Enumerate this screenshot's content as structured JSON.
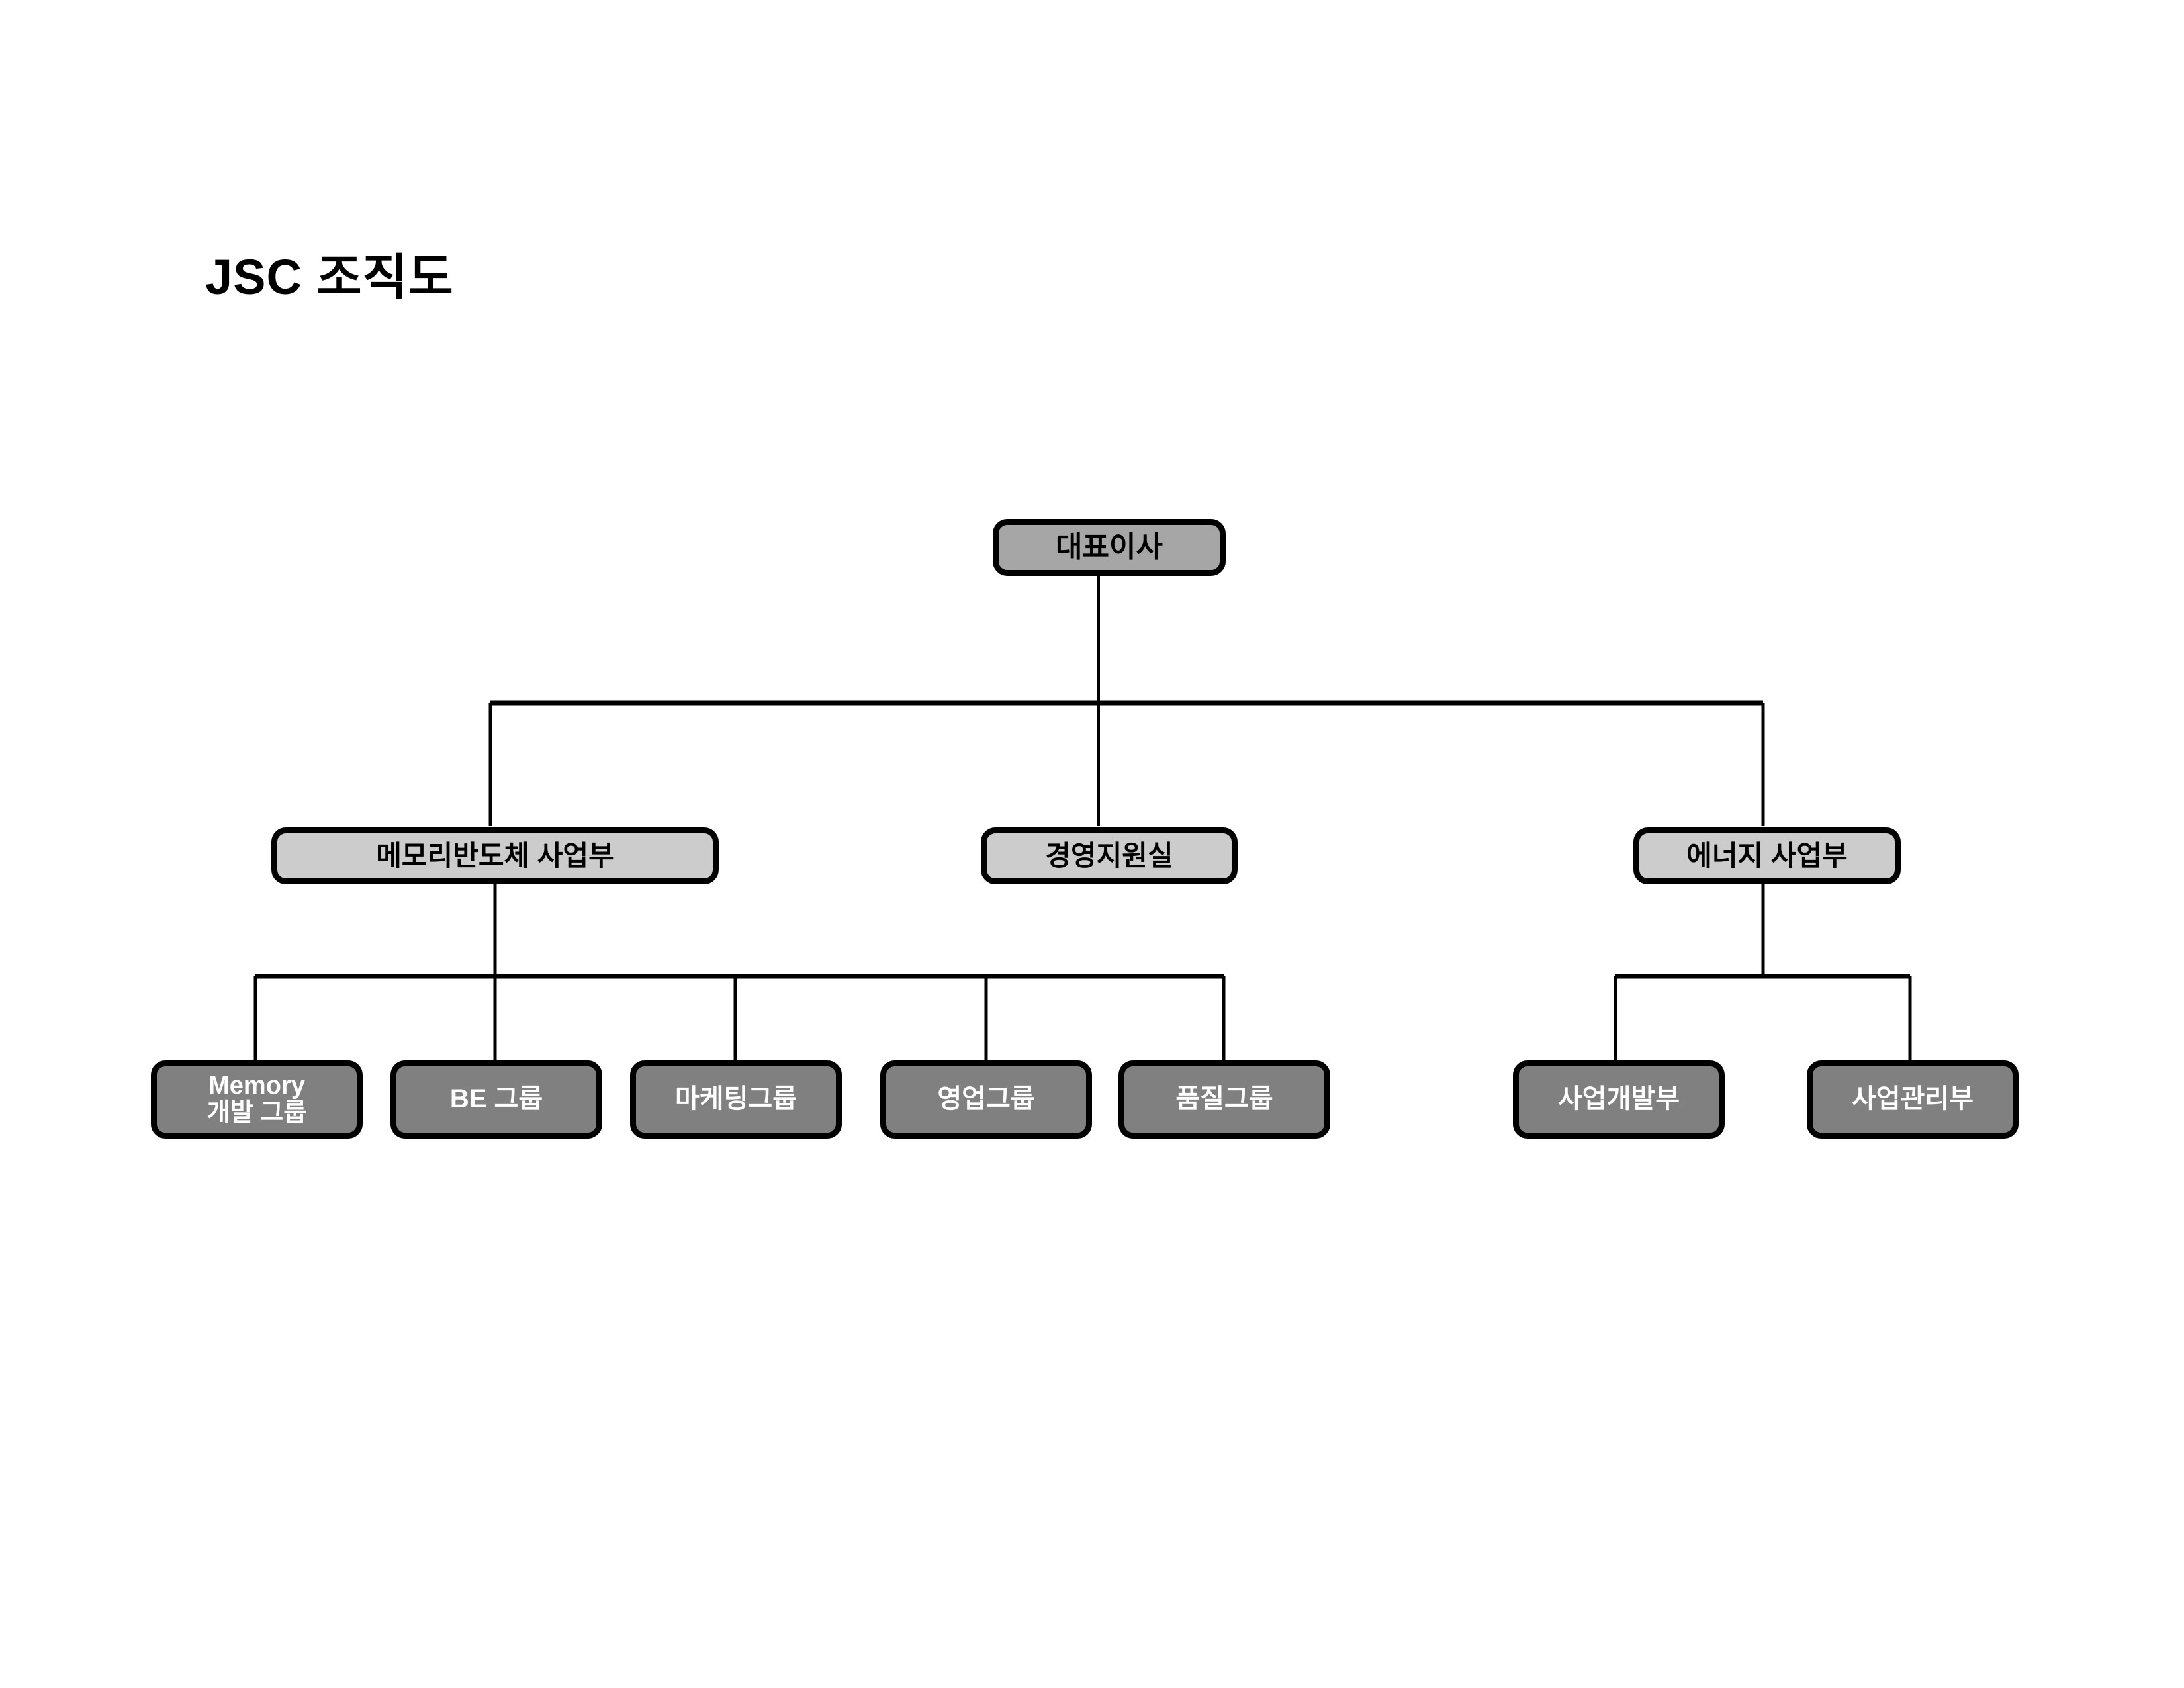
{
  "page": {
    "title": "JSC 조직도",
    "background_color": "#ffffff"
  },
  "colors": {
    "root_fill": "#a6a6a6",
    "division_fill": "#cccccc",
    "group_fill": "#808080",
    "border": "#000000",
    "root_text": "#000000",
    "division_text": "#000000",
    "group_text": "#ffffff",
    "connector": "#000000"
  },
  "org_chart": {
    "type": "org-hierarchy",
    "levels": 3,
    "root": {
      "id": "ceo",
      "label": "대표이사",
      "level": 1
    },
    "divisions": [
      {
        "id": "memory-semiconductor-division",
        "label": "메모리반도체 사업부",
        "level": 2,
        "children": [
          {
            "id": "memory-dev-group",
            "label": "Memory\n개발 그룹",
            "level": 3
          },
          {
            "id": "be-group",
            "label": "BE 그룹",
            "level": 3
          },
          {
            "id": "marketing-group",
            "label": "마케팅그룹",
            "level": 3
          },
          {
            "id": "sales-group",
            "label": "영업그룹",
            "level": 3
          },
          {
            "id": "quality-group",
            "label": "품질그룹",
            "level": 3
          }
        ]
      },
      {
        "id": "management-support-office",
        "label": "경영지원실",
        "level": 2,
        "children": []
      },
      {
        "id": "energy-division",
        "label": "에너지 사업부",
        "level": 2,
        "children": [
          {
            "id": "business-development-dept",
            "label": "사업개발부",
            "level": 3
          },
          {
            "id": "business-management-dept",
            "label": "사업관리부",
            "level": 3
          }
        ]
      }
    ]
  }
}
